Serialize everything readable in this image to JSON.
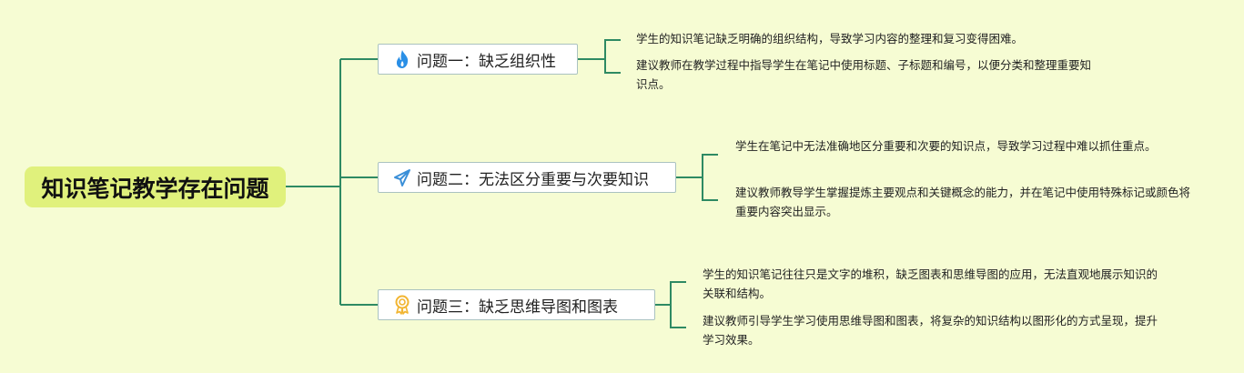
{
  "root": {
    "label": "知识笔记教学存在问题"
  },
  "branches": [
    {
      "icon": "fire-icon",
      "label": "问题一：缺乏组织性",
      "points": [
        "学生的知识笔记缺乏明确的组织结构，导致学习内容的整理和复习变得困难。",
        "建议教师在教学过程中指导学生在笔记中使用标题、子标题和编号，以便分类和整理重要知识点。"
      ]
    },
    {
      "icon": "paper-plane-icon",
      "label": "问题二：无法区分重要与次要知识",
      "points": [
        "学生在笔记中无法准确地区分重要和次要的知识点，导致学习过程中难以抓住重点。",
        "建议教师教导学生掌握提炼主要观点和关键概念的能力，并在笔记中使用特殊标记或颜色将重要内容突出显示。"
      ]
    },
    {
      "icon": "award-ribbon-icon",
      "label": "问题三：缺乏思维导图和图表",
      "points": [
        "学生的知识笔记往往只是文字的堆积，缺乏图表和思维导图的应用，无法直观地展示知识的关联和结构。",
        "建议教师引导学生学习使用思维导图和图表，将复杂的知识结构以图形化的方式呈现，提升学习效果。"
      ]
    }
  ],
  "colors": {
    "background": "#f6fcd3",
    "root": "#e0f17c",
    "connector": "#2e8a63",
    "fire": "#2a8fe6",
    "plane": "#3a8fd8",
    "award": "#f2b531"
  }
}
